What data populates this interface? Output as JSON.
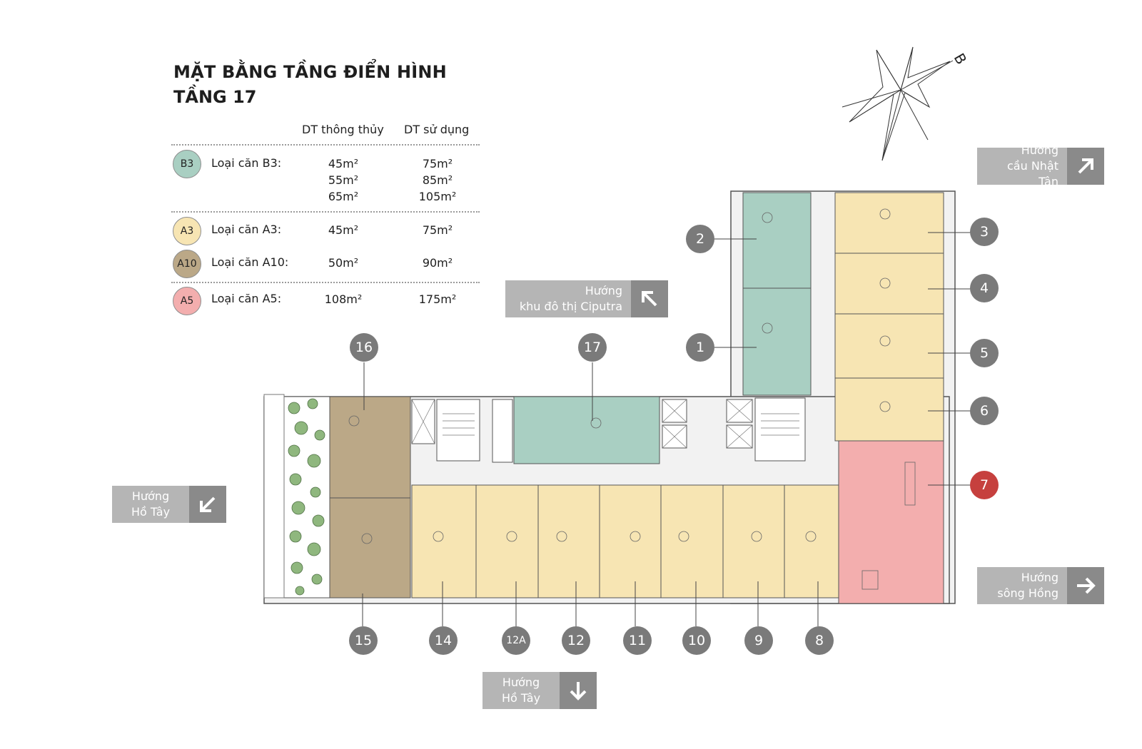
{
  "header": {
    "title": "MẶT BẰNG TẦNG ĐIỂN HÌNH",
    "subtitle": "TẦNG 17"
  },
  "legend": {
    "col_clear_area": "DT thông thủy",
    "col_used_area": "DT sử dụng",
    "types": [
      {
        "code": "B3",
        "label": "Loại căn B3:",
        "clear": [
          "45m²",
          "55m²",
          "65m²"
        ],
        "used": [
          "75m²",
          "85m²",
          "105m²"
        ],
        "color": "#a9cfc2"
      },
      {
        "code": "A3",
        "label": "Loại căn A3:",
        "clear": [
          "45m²"
        ],
        "used": [
          "75m²"
        ],
        "color": "#f7e5b3"
      },
      {
        "code": "A10",
        "label": "Loại căn A10:",
        "clear": [
          "50m²"
        ],
        "used": [
          "90m²"
        ],
        "color": "#bba887"
      },
      {
        "code": "A5",
        "label": "Loại căn A5:",
        "clear": [
          "108m²"
        ],
        "used": [
          "175m²"
        ],
        "color": "#f3aeae"
      }
    ]
  },
  "units": {
    "u1": "1",
    "u2": "2",
    "u3": "3",
    "u4": "4",
    "u5": "5",
    "u6": "6",
    "u7": "7",
    "u8": "8",
    "u9": "9",
    "u10": "10",
    "u11": "11",
    "u12": "12",
    "u12a": "12A",
    "u14": "14",
    "u15": "15",
    "u16": "16",
    "u17": "17"
  },
  "directions": {
    "nhat_tan": {
      "line1": "Hướng",
      "line2": "cầu Nhật Tân"
    },
    "ciputra": {
      "line1": "Hướng",
      "line2": "khu đô thị Ciputra"
    },
    "ho_tay_left": {
      "line1": "Hướng",
      "line2": "Hồ Tây"
    },
    "song_hong": {
      "line1": "Hướng",
      "line2": "sông Hồng"
    },
    "ho_tay_bottom": {
      "line1": "Hướng",
      "line2": "Hồ Tây"
    }
  },
  "compass": {
    "letter": "B"
  },
  "colors": {
    "b3": "#a9cfc2",
    "a3": "#f7e5b3",
    "a10": "#bba887",
    "a5": "#f3aeae",
    "badge_grey": "#7a7a7a",
    "badge_highlight": "#c6403e",
    "direction_grey": "#b5b5b5"
  }
}
